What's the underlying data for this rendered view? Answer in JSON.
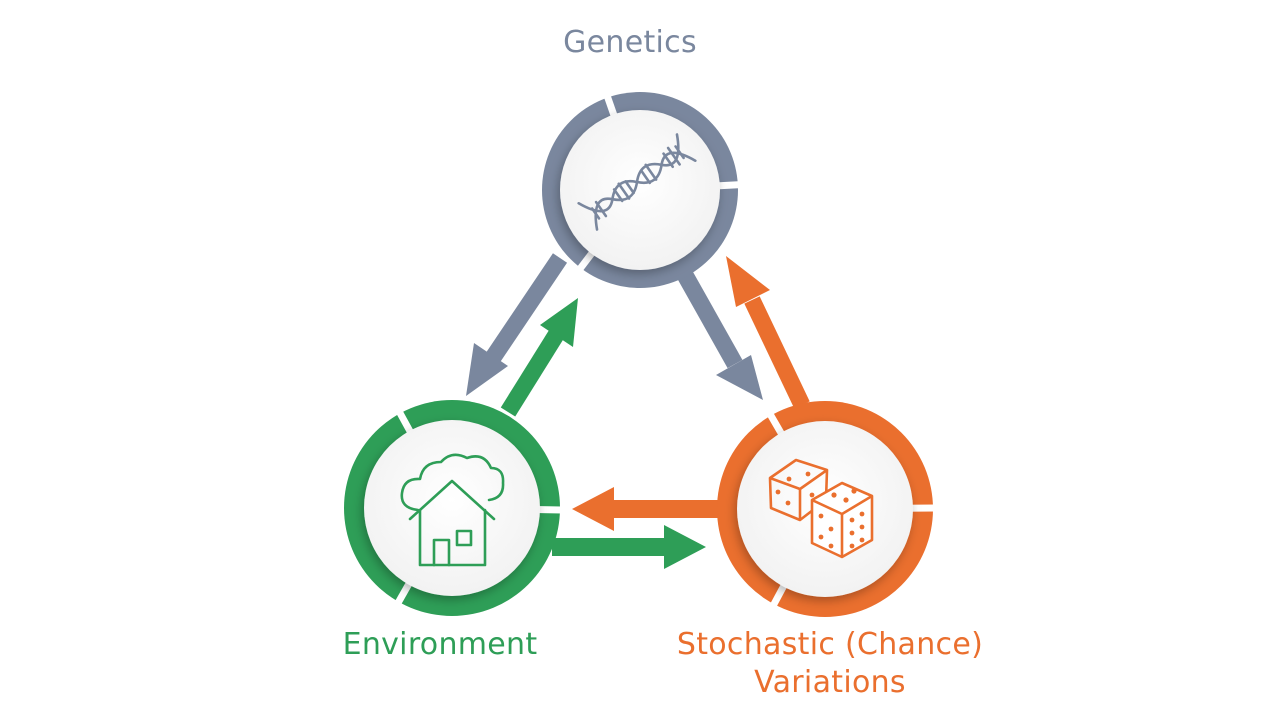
{
  "nodes": {
    "genetics": {
      "label": "Genetics",
      "icon": "dna-icon",
      "color": "#7a879e"
    },
    "environment": {
      "label": "Environment",
      "icon": "house-cloud-icon",
      "color": "#2e9e57"
    },
    "stochastic": {
      "label_line1": "Stochastic (Chance)",
      "label_line2": "Variations",
      "icon": "dice-icon",
      "color": "#ea6f2e"
    }
  },
  "edges": [
    {
      "from": "genetics",
      "to": "environment",
      "color": "#7a879e"
    },
    {
      "from": "environment",
      "to": "genetics",
      "color": "#2e9e57"
    },
    {
      "from": "genetics",
      "to": "stochastic",
      "color": "#7a879e"
    },
    {
      "from": "stochastic",
      "to": "genetics",
      "color": "#ea6f2e"
    },
    {
      "from": "environment",
      "to": "stochastic",
      "color": "#2e9e57"
    },
    {
      "from": "stochastic",
      "to": "environment",
      "color": "#ea6f2e"
    }
  ]
}
